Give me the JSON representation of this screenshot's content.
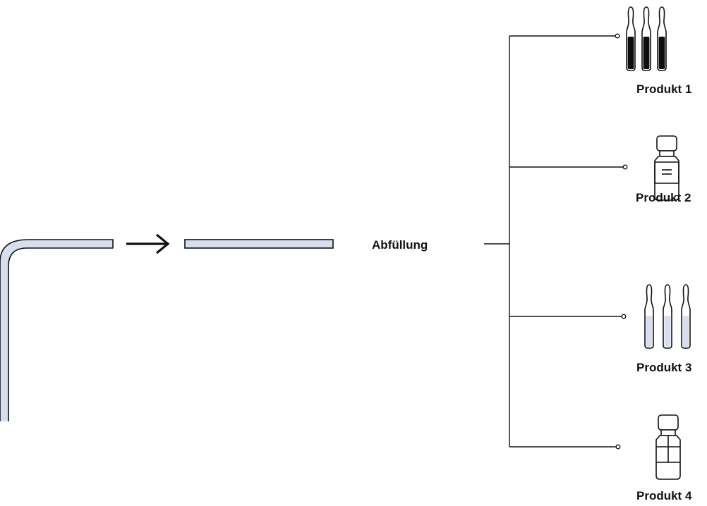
{
  "process": {
    "label": "Abfüllung"
  },
  "products": [
    {
      "label": "Produkt 1",
      "icon": "filled-ampoules-icon"
    },
    {
      "label": "Produkt 2",
      "icon": "labeled-vial-icon"
    },
    {
      "label": "Produkt 3",
      "icon": "light-ampoules-icon"
    },
    {
      "label": "Produkt 4",
      "icon": "vial-with-insert-icon"
    }
  ],
  "colors": {
    "line": "#111111",
    "pipe_fill": "#d6deef",
    "ampoule_dark": "#0d0d0d",
    "ampoule_light": "#d6deef"
  }
}
